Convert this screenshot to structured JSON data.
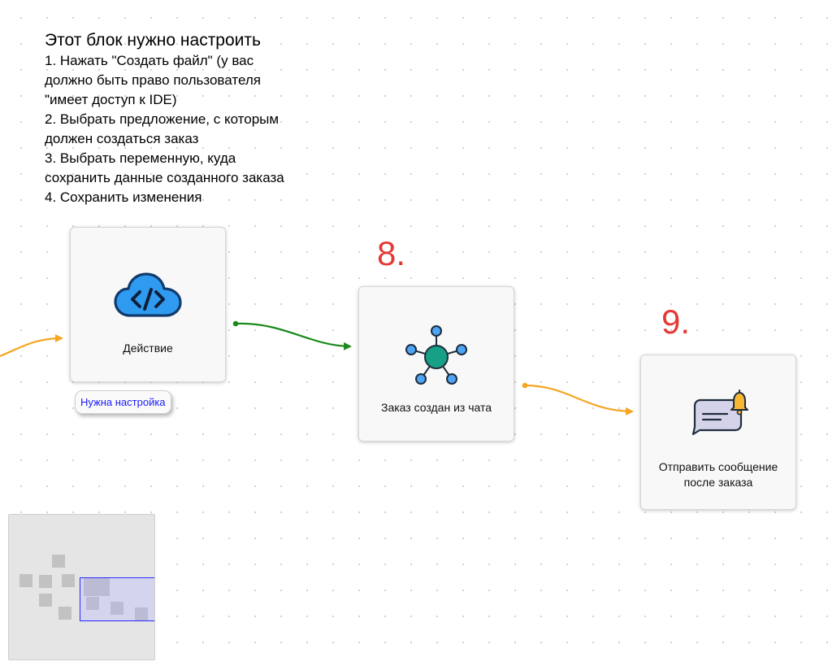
{
  "note": {
    "title": "Этот блок нужно настроить",
    "lines": [
      "1. Нажать \"Создать файл\" (у вас",
      "должно быть право пользователя",
      "\"имеет доступ к IDE)",
      "2. Выбрать предложение, с которым",
      "должен создаться заказ",
      "3. Выбрать переменную, куда",
      "сохранить данные созданного заказа",
      "4. Сохранить изменения"
    ]
  },
  "nodes": {
    "action": {
      "label": "Действие",
      "icon": "cloud-code-icon",
      "badge": "Нужна настройка"
    },
    "order_created": {
      "step": "8.",
      "label": "Заказ создан из чата",
      "icon": "network-hub-icon"
    },
    "send_message": {
      "step": "9.",
      "label_lines": [
        "Отправить сообщение",
        "после заказа"
      ],
      "icon": "message-bell-icon"
    }
  },
  "colors": {
    "incoming_edge": "#f5a623",
    "success_edge": "#1b8a1b",
    "next_edge": "#f5a623",
    "step_number": "#e53935",
    "badge_text": "#1a1aff",
    "minimap_viewport": "#2a2aff"
  }
}
